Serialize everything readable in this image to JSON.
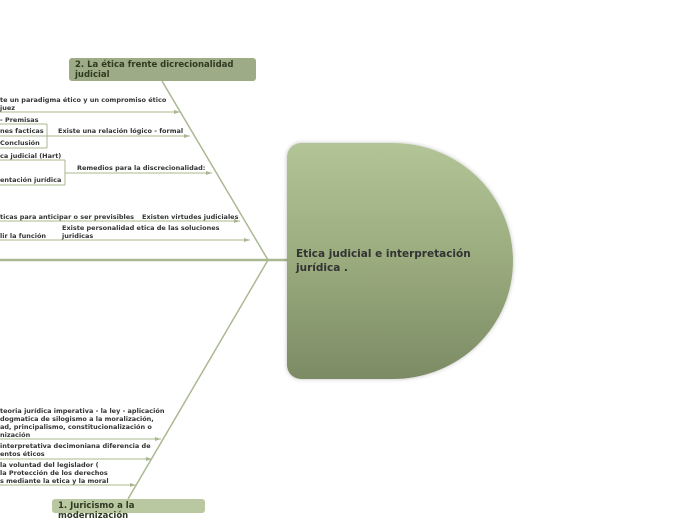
{
  "diagram": {
    "central_topic": "Etica judicial e interpretación jurídica .",
    "colors": {
      "head_fill": "#9aab7e",
      "bone_line": "#aab892",
      "category_fill": "#9dab86"
    },
    "categories": [
      {
        "title": "2. La ética frente dicrecionalidad judicial",
        "items": [
          "te un paradigma ético y un compromiso ético",
          "juez",
          "- Premisas",
          "nes facticas",
          "Existe una relación lógico - formal",
          "Conclusión",
          "ca judicial (Hart)",
          "Remedios para la discrecionalidad:",
          "entación jurídica",
          "ticas para anticipar o ser previsibles",
          "Existen virtudes judiciales",
          "Existe personalidad etica de las soluciones",
          "juridicas",
          "lir la función"
        ]
      },
      {
        "title": "1. Juricismo a la modernización",
        "items": [
          "teoria jurídica imperativa - la ley - aplicación",
          "dogmatica de silogismo a la moralización,",
          "ad, principalismo, constitucionalización o",
          "nización",
          "interpretativa decimoniana diferencia de",
          "entos éticos",
          "la voluntad del legislador (",
          "la Protección de los derechos",
          "s mediante la etica y la moral"
        ]
      }
    ]
  }
}
